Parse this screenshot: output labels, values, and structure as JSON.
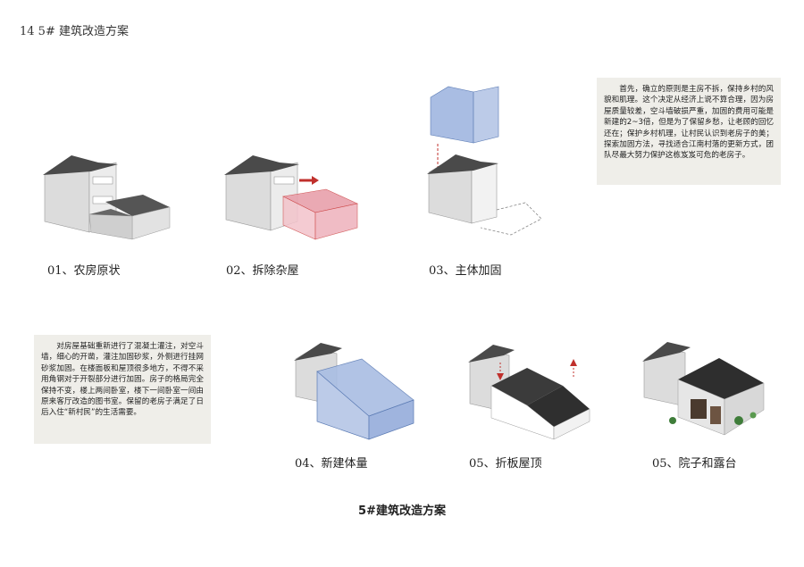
{
  "header": {
    "title": "14 5# 建筑改造方案"
  },
  "steps": [
    {
      "caption": "01、农房原状"
    },
    {
      "caption": "02、拆除杂屋"
    },
    {
      "caption": "03、主体加固"
    },
    {
      "caption": "04、新建体量"
    },
    {
      "caption": "05、折板屋顶"
    },
    {
      "caption": "05、院子和露台"
    }
  ],
  "notes": {
    "top_right": "首先，确立的原则是主房不拆，保持乡村的风貌和肌理。这个决定从经济上说不算合理，因为房屋质量较差，空斗墙破损严重，加固的费用可能是新建的2~3倍，但是为了保留乡愁，让老顾的回忆还在；保护乡村机理，让村民认识到老房子的美；探索加固方法，寻找适合江南村落的更新方式，团队尽最大努力保护这栋岌岌可危的老房子。",
    "bottom_left": "对房屋基础重新进行了混凝土灌注，对空斗墙，细心的开凿，灌注加固砂浆，外侧进行挂网砂浆加固。在楼面板和屋顶很多地方，不得不采用角钢对于开裂部分进行加固。房子的格局完全保持不变，楼上两间卧室，楼下一间卧室一间由原来客厅改造的图书室。保留的老房子满足了日后入住“新村民”的生活需要。"
  },
  "footer": {
    "title": "5#建筑改造方案"
  },
  "colors": {
    "demolish_red": "#e8a0ab",
    "new_volume_blue": "#a9bde3",
    "arrow_red": "#c0302c",
    "note_bg": "#efeee9"
  }
}
